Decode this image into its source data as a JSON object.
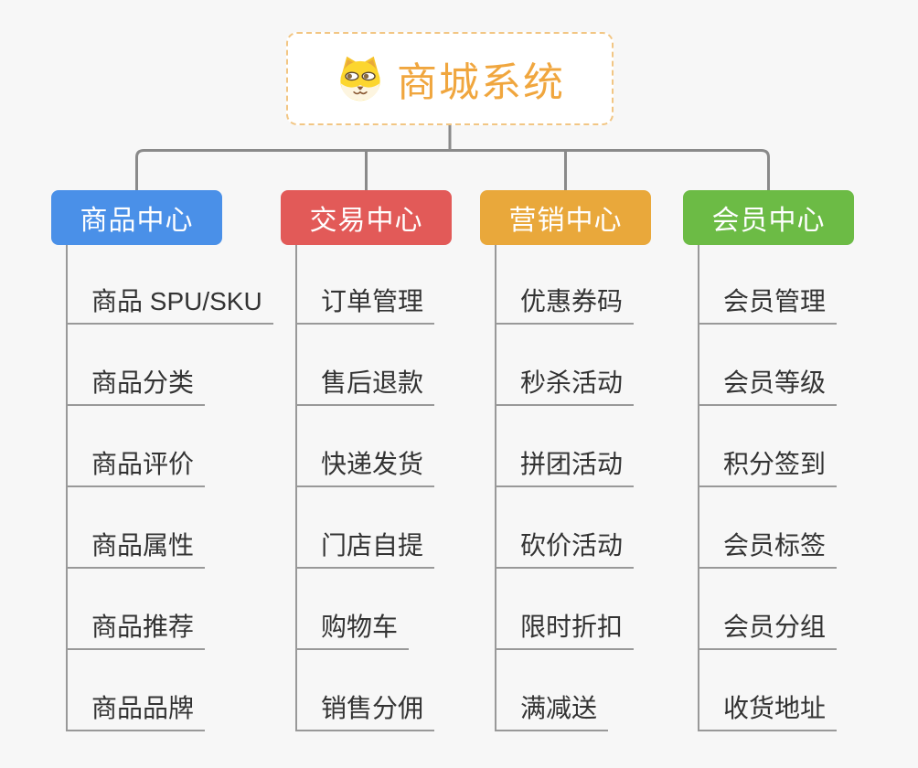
{
  "root": {
    "title": "商城系统",
    "icon": "dog-face-icon"
  },
  "branches": [
    {
      "label": "商品中心",
      "color": "#4a90e8",
      "items": [
        "商品 SPU/SKU",
        "商品分类",
        "商品评价",
        "商品属性",
        "商品推荐",
        "商品品牌"
      ]
    },
    {
      "label": "交易中心",
      "color": "#e25a58",
      "items": [
        "订单管理",
        "售后退款",
        "快递发货",
        "门店自提",
        "购物车",
        "销售分佣"
      ]
    },
    {
      "label": "营销中心",
      "color": "#e9a83b",
      "items": [
        "优惠券码",
        "秒杀活动",
        "拼团活动",
        "砍价活动",
        "限时折扣",
        "满减送"
      ]
    },
    {
      "label": "会员中心",
      "color": "#6cbb45",
      "items": [
        "会员管理",
        "会员等级",
        "积分签到",
        "会员标签",
        "会员分组",
        "收货地址"
      ]
    }
  ],
  "colors": {
    "canvas_bg": "#f7f7f7",
    "connector": "#8a8a8a",
    "underline": "#999999",
    "leaf_text": "#333333",
    "root_text": "#f0a63e",
    "root_border": "#f2c684",
    "root_bg": "#ffffff",
    "branch_text": "#ffffff"
  }
}
